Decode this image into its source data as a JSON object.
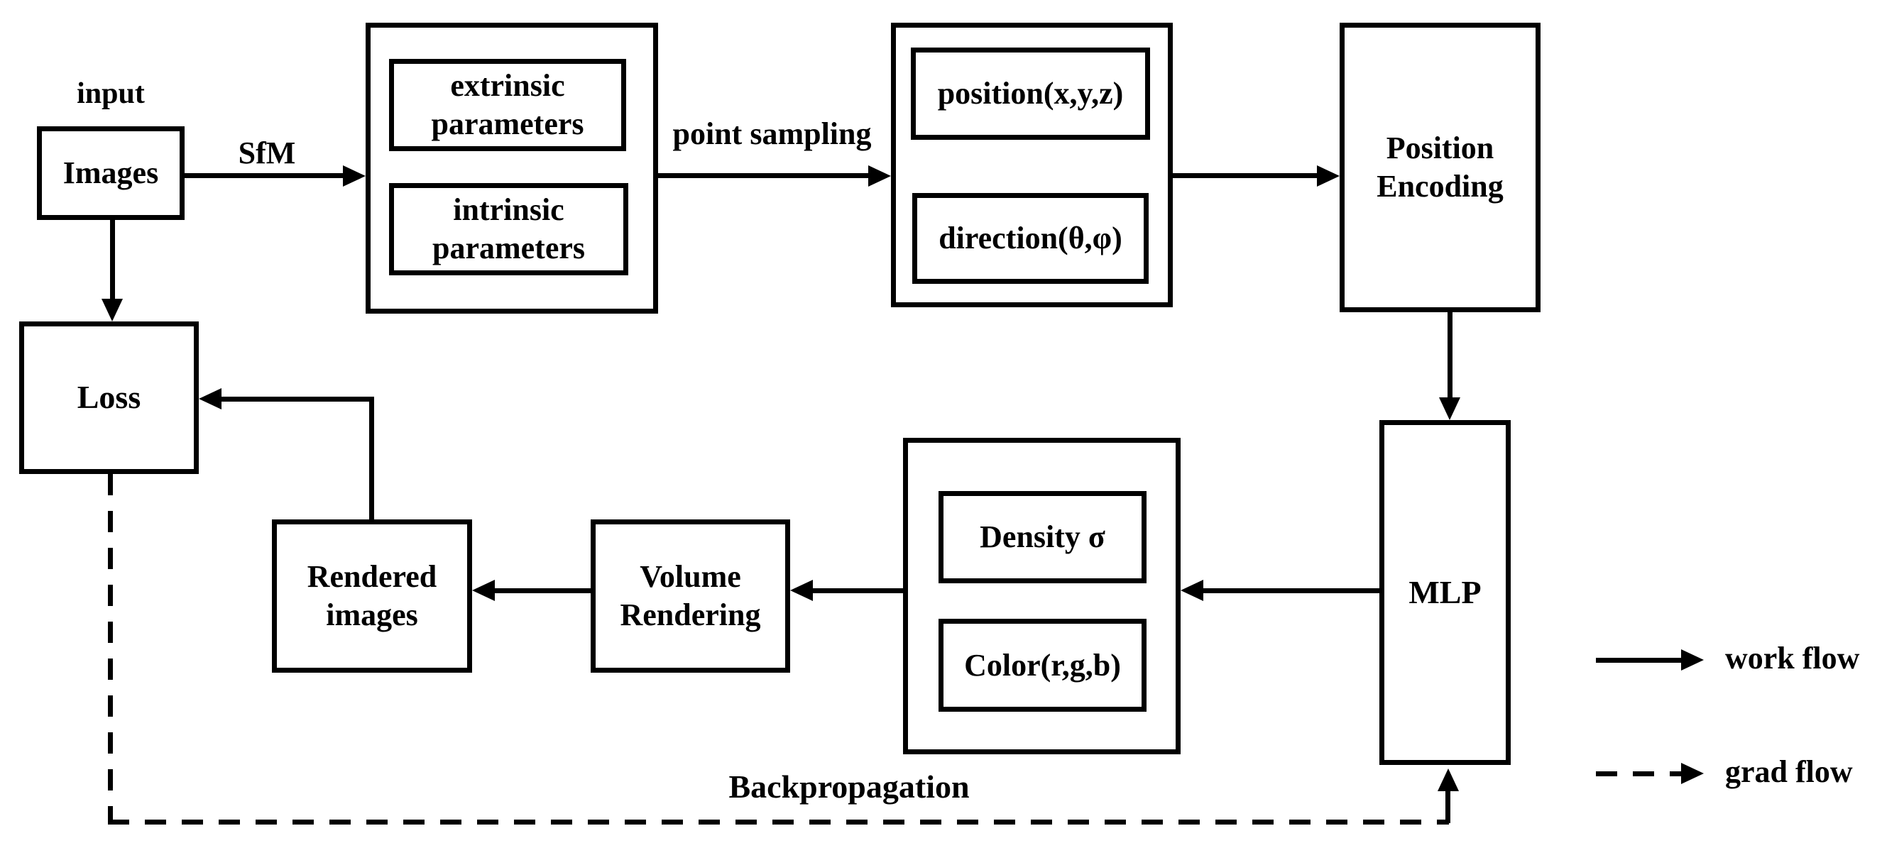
{
  "nodes": {
    "images": "Images",
    "extrinsic": "extrinsic\nparameters",
    "intrinsic": "intrinsic\nparameters",
    "position": "position(x,y,z)",
    "direction": "direction(θ,φ)",
    "position_encoding": "Position\nEncoding",
    "mlp": "MLP",
    "density": "Density σ",
    "color": "Color(r,g,b)",
    "volume_rendering": "Volume\nRendering",
    "rendered_images": "Rendered\nimages",
    "loss": "Loss"
  },
  "labels": {
    "input": "input",
    "sfm": "SfM",
    "point_sampling": "point sampling",
    "backpropagation": "Backpropagation"
  },
  "legend": {
    "work_flow": "work flow",
    "grad_flow": "grad flow"
  },
  "colors": {
    "ink": "#000000",
    "background": "#ffffff"
  }
}
